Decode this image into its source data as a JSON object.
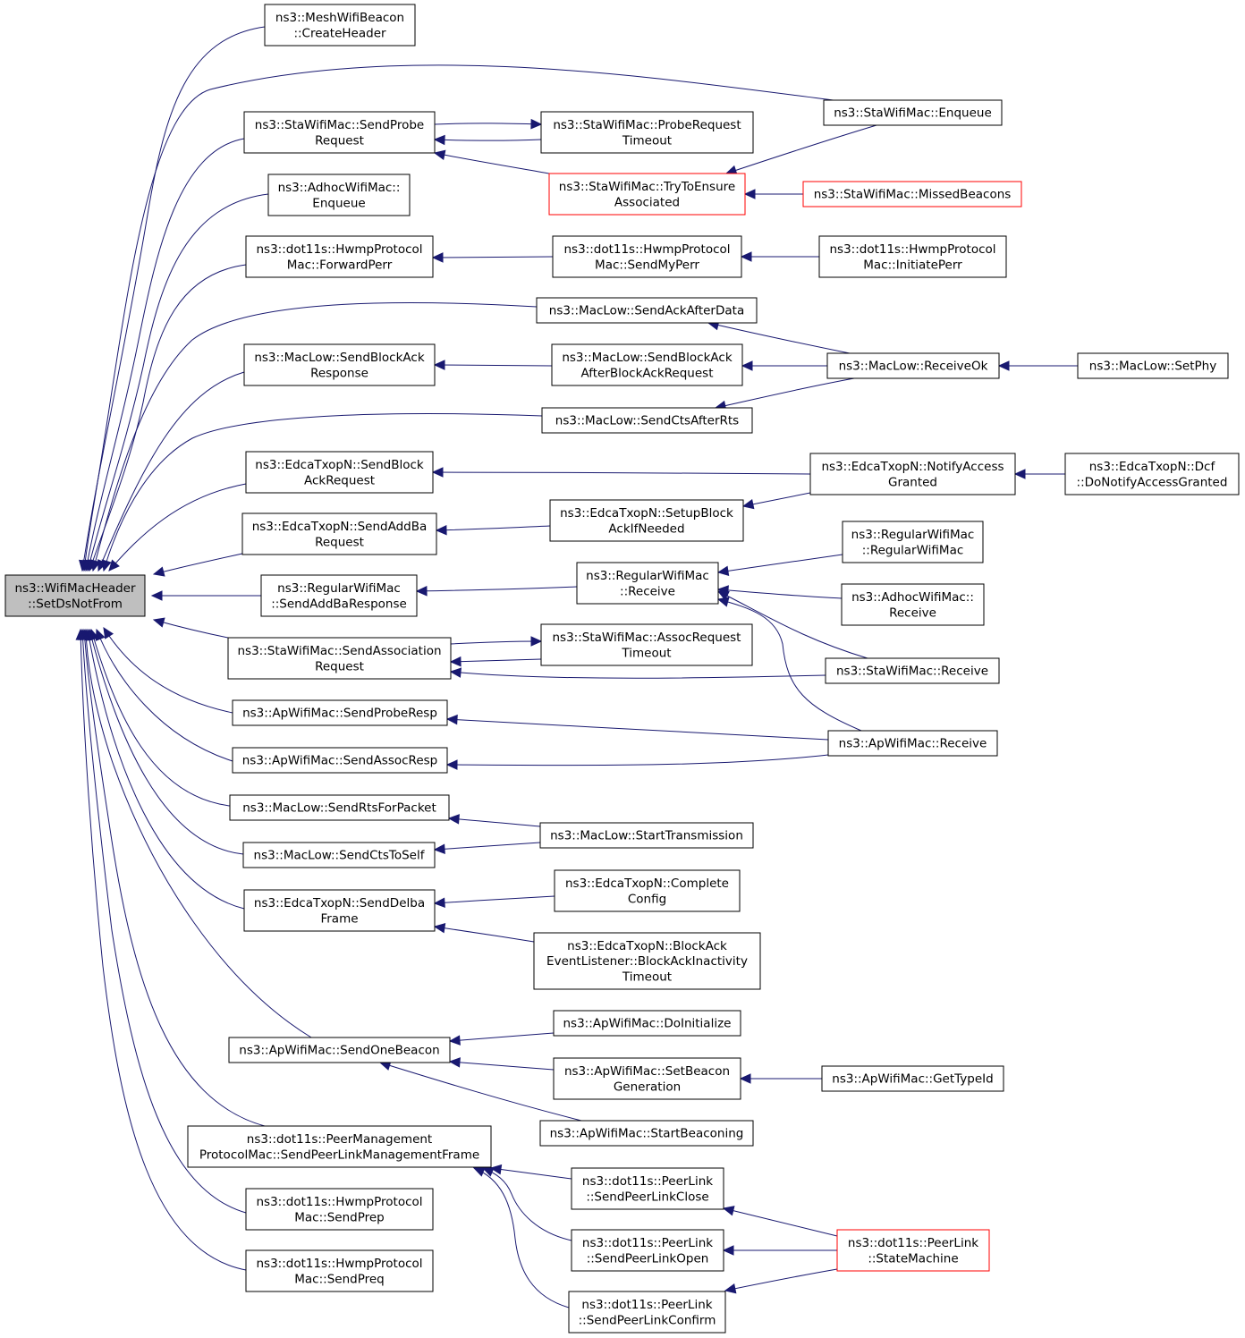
{
  "diagram": {
    "type": "call-graph",
    "colors": {
      "edge": "#191970",
      "root_fill": "#bfbfbf",
      "highlight_border": "#ff0000"
    },
    "nodes": {
      "root": [
        "ns3::WifiMacHeader",
        "::SetDsNotFrom"
      ],
      "mesh_create_header": [
        "ns3::MeshWifiBeacon",
        "::CreateHeader"
      ],
      "sta_enqueue": [
        "ns3::StaWifiMac::Enqueue"
      ],
      "sta_send_probe_request": [
        "ns3::StaWifiMac::SendProbe",
        "Request"
      ],
      "sta_probe_request_timeout": [
        "ns3::StaWifiMac::ProbeRequest",
        "Timeout"
      ],
      "sta_try_to_ensure_associated": [
        "ns3::StaWifiMac::TryToEnsure",
        "Associated"
      ],
      "sta_missed_beacons": [
        "ns3::StaWifiMac::MissedBeacons"
      ],
      "adhoc_enqueue": [
        "ns3::AdhocWifiMac::",
        "Enqueue"
      ],
      "hwmp_forward_perr": [
        "ns3::dot11s::HwmpProtocol",
        "Mac::ForwardPerr"
      ],
      "hwmp_send_my_perr": [
        "ns3::dot11s::HwmpProtocol",
        "Mac::SendMyPerr"
      ],
      "hwmp_initiate_perr": [
        "ns3::dot11s::HwmpProtocol",
        "Mac::InitiatePerr"
      ],
      "maclow_send_ack_after_data": [
        "ns3::MacLow::SendAckAfterData"
      ],
      "maclow_send_block_ack_response": [
        "ns3::MacLow::SendBlockAck",
        "Response"
      ],
      "maclow_send_block_ack_after_req": [
        "ns3::MacLow::SendBlockAck",
        "AfterBlockAckRequest"
      ],
      "maclow_receive_ok": [
        "ns3::MacLow::ReceiveOk"
      ],
      "maclow_set_phy": [
        "ns3::MacLow::SetPhy"
      ],
      "maclow_send_cts_after_rts": [
        "ns3::MacLow::SendCtsAfterRts"
      ],
      "edca_send_block_ack_request": [
        "ns3::EdcaTxopN::SendBlock",
        "AckRequest"
      ],
      "edca_notify_access_granted": [
        "ns3::EdcaTxopN::NotifyAccess",
        "Granted"
      ],
      "edca_dcf_do_notify": [
        "ns3::EdcaTxopN::Dcf",
        "::DoNotifyAccessGranted"
      ],
      "edca_send_add_ba_request": [
        "ns3::EdcaTxopN::SendAddBa",
        "Request"
      ],
      "edca_setup_block_ack": [
        "ns3::EdcaTxopN::SetupBlock",
        "AckIfNeeded"
      ],
      "regular_ctor": [
        "ns3::RegularWifiMac",
        "::RegularWifiMac"
      ],
      "regular_send_add_ba_response": [
        "ns3::RegularWifiMac",
        "::SendAddBaResponse"
      ],
      "regular_receive": [
        "ns3::RegularWifiMac",
        "::Receive"
      ],
      "adhoc_receive": [
        "ns3::AdhocWifiMac::",
        "Receive"
      ],
      "sta_send_association_request": [
        "ns3::StaWifiMac::SendAssociation",
        "Request"
      ],
      "sta_assoc_request_timeout": [
        "ns3::StaWifiMac::AssocRequest",
        "Timeout"
      ],
      "sta_receive": [
        "ns3::StaWifiMac::Receive"
      ],
      "ap_send_probe_resp": [
        "ns3::ApWifiMac::SendProbeResp"
      ],
      "ap_receive": [
        "ns3::ApWifiMac::Receive"
      ],
      "ap_send_assoc_resp": [
        "ns3::ApWifiMac::SendAssocResp"
      ],
      "maclow_send_rts_for_packet": [
        "ns3::MacLow::SendRtsForPacket"
      ],
      "maclow_start_transmission": [
        "ns3::MacLow::StartTransmission"
      ],
      "maclow_send_cts_to_self": [
        "ns3::MacLow::SendCtsToSelf"
      ],
      "edca_send_delba_frame": [
        "ns3::EdcaTxopN::SendDelba",
        "Frame"
      ],
      "edca_complete_config": [
        "ns3::EdcaTxopN::Complete",
        "Config"
      ],
      "edca_block_ack_inactivity": [
        "ns3::EdcaTxopN::BlockAck",
        "EventListener::BlockAckInactivity",
        "Timeout"
      ],
      "ap_send_one_beacon": [
        "ns3::ApWifiMac::SendOneBeacon"
      ],
      "ap_do_initialize": [
        "ns3::ApWifiMac::DoInitialize"
      ],
      "ap_set_beacon_generation": [
        "ns3::ApWifiMac::SetBeacon",
        "Generation"
      ],
      "ap_get_type_id": [
        "ns3::ApWifiMac::GetTypeId"
      ],
      "ap_start_beaconing": [
        "ns3::ApWifiMac::StartBeaconing"
      ],
      "peer_mgmt_send_frame": [
        "ns3::dot11s::PeerManagement",
        "ProtocolMac::SendPeerLinkManagementFrame"
      ],
      "peerlink_send_close": [
        "ns3::dot11s::PeerLink",
        "::SendPeerLinkClose"
      ],
      "peerlink_state_machine": [
        "ns3::dot11s::PeerLink",
        "::StateMachine"
      ],
      "peerlink_send_open": [
        "ns3::dot11s::PeerLink",
        "::SendPeerLinkOpen"
      ],
      "peerlink_send_confirm": [
        "ns3::dot11s::PeerLink",
        "::SendPeerLinkConfirm"
      ],
      "hwmp_send_prep": [
        "ns3::dot11s::HwmpProtocol",
        "Mac::SendPrep"
      ],
      "hwmp_send_preq": [
        "ns3::dot11s::HwmpProtocol",
        "Mac::SendPreq"
      ]
    },
    "highlighted_nodes": [
      "sta_try_to_ensure_associated",
      "sta_missed_beacons",
      "peerlink_state_machine"
    ],
    "edges": [
      [
        "mesh_create_header",
        "root"
      ],
      [
        "sta_enqueue",
        "root"
      ],
      [
        "sta_send_probe_request",
        "root"
      ],
      [
        "adhoc_enqueue",
        "root"
      ],
      [
        "hwmp_forward_perr",
        "root"
      ],
      [
        "maclow_send_ack_after_data",
        "root"
      ],
      [
        "maclow_send_block_ack_response",
        "root"
      ],
      [
        "maclow_send_cts_after_rts",
        "root"
      ],
      [
        "edca_send_block_ack_request",
        "root"
      ],
      [
        "edca_send_add_ba_request",
        "root"
      ],
      [
        "regular_send_add_ba_response",
        "root"
      ],
      [
        "sta_send_association_request",
        "root"
      ],
      [
        "ap_send_probe_resp",
        "root"
      ],
      [
        "ap_send_assoc_resp",
        "root"
      ],
      [
        "maclow_send_rts_for_packet",
        "root"
      ],
      [
        "maclow_send_cts_to_self",
        "root"
      ],
      [
        "edca_send_delba_frame",
        "root"
      ],
      [
        "ap_send_one_beacon",
        "root"
      ],
      [
        "peer_mgmt_send_frame",
        "root"
      ],
      [
        "hwmp_send_prep",
        "root"
      ],
      [
        "hwmp_send_preq",
        "root"
      ],
      [
        "sta_probe_request_timeout",
        "sta_send_probe_request"
      ],
      [
        "sta_send_probe_request",
        "sta_probe_request_timeout"
      ],
      [
        "sta_try_to_ensure_associated",
        "sta_send_probe_request"
      ],
      [
        "sta_enqueue",
        "sta_try_to_ensure_associated"
      ],
      [
        "sta_missed_beacons",
        "sta_try_to_ensure_associated"
      ],
      [
        "hwmp_send_my_perr",
        "hwmp_forward_perr"
      ],
      [
        "hwmp_initiate_perr",
        "hwmp_send_my_perr"
      ],
      [
        "maclow_receive_ok",
        "maclow_send_ack_after_data"
      ],
      [
        "maclow_send_block_ack_after_req",
        "maclow_send_block_ack_response"
      ],
      [
        "maclow_receive_ok",
        "maclow_send_block_ack_after_req"
      ],
      [
        "maclow_receive_ok",
        "maclow_send_cts_after_rts"
      ],
      [
        "maclow_set_phy",
        "maclow_receive_ok"
      ],
      [
        "edca_notify_access_granted",
        "edca_send_block_ack_request"
      ],
      [
        "edca_dcf_do_notify",
        "edca_notify_access_granted"
      ],
      [
        "edca_setup_block_ack",
        "edca_send_add_ba_request"
      ],
      [
        "edca_notify_access_granted",
        "edca_setup_block_ack"
      ],
      [
        "regular_receive",
        "regular_send_add_ba_response"
      ],
      [
        "regular_ctor",
        "regular_receive"
      ],
      [
        "adhoc_receive",
        "regular_receive"
      ],
      [
        "sta_receive",
        "regular_receive"
      ],
      [
        "ap_receive",
        "regular_receive"
      ],
      [
        "sta_assoc_request_timeout",
        "sta_send_association_request"
      ],
      [
        "sta_send_association_request",
        "sta_assoc_request_timeout"
      ],
      [
        "sta_receive",
        "sta_send_association_request"
      ],
      [
        "ap_receive",
        "ap_send_probe_resp"
      ],
      [
        "ap_receive",
        "ap_send_assoc_resp"
      ],
      [
        "maclow_start_transmission",
        "maclow_send_rts_for_packet"
      ],
      [
        "maclow_start_transmission",
        "maclow_send_cts_to_self"
      ],
      [
        "edca_complete_config",
        "edca_send_delba_frame"
      ],
      [
        "edca_block_ack_inactivity",
        "edca_send_delba_frame"
      ],
      [
        "ap_do_initialize",
        "ap_send_one_beacon"
      ],
      [
        "ap_set_beacon_generation",
        "ap_send_one_beacon"
      ],
      [
        "ap_start_beaconing",
        "ap_send_one_beacon"
      ],
      [
        "ap_get_type_id",
        "ap_set_beacon_generation"
      ],
      [
        "peerlink_send_close",
        "peer_mgmt_send_frame"
      ],
      [
        "peerlink_send_open",
        "peer_mgmt_send_frame"
      ],
      [
        "peerlink_send_confirm",
        "peer_mgmt_send_frame"
      ],
      [
        "peerlink_state_machine",
        "peerlink_send_close"
      ],
      [
        "peerlink_state_machine",
        "peerlink_send_open"
      ],
      [
        "peerlink_state_machine",
        "peerlink_send_confirm"
      ]
    ]
  }
}
